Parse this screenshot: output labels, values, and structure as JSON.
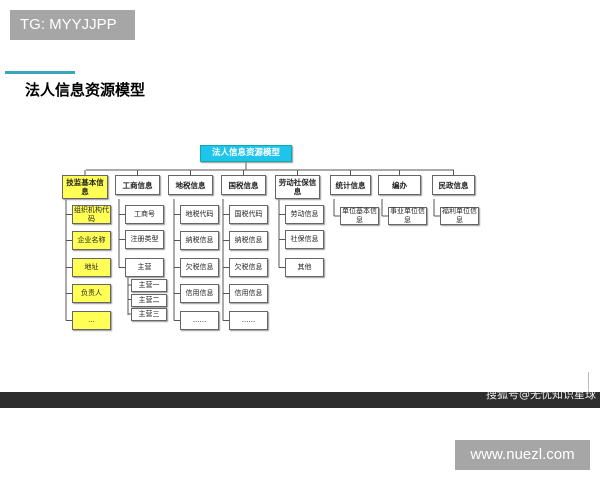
{
  "header": {
    "tag": "TG: MYYJJPP",
    "title": "法人信息资源模型"
  },
  "diagram": {
    "root": "法人信息资源模型",
    "columns": [
      {
        "label": "技监基本信息",
        "highlight": true,
        "children": [
          "组织机构代码",
          "企业名称",
          "地址",
          "负责人",
          "..."
        ]
      },
      {
        "label": "工商信息",
        "children": [
          "工商号",
          "注册类型",
          "主营"
        ],
        "sub": [
          "主营一",
          "主营二",
          "主营三"
        ]
      },
      {
        "label": "地税信息",
        "children": [
          "地税代码",
          "纳税信息",
          "欠税信息",
          "信用信息",
          "......"
        ]
      },
      {
        "label": "国税信息",
        "children": [
          "国税代码",
          "纳税信息",
          "欠税信息",
          "信用信息",
          "......"
        ]
      },
      {
        "label": "劳动社保信息",
        "children": [
          "劳动信息",
          "社保信息",
          "其他"
        ]
      },
      {
        "label": "统计信息",
        "children": [
          "单位基本信息"
        ]
      },
      {
        "label": "编办",
        "children": [
          "事业单位信息"
        ]
      },
      {
        "label": "民政信息",
        "children": [
          "福利单位信息"
        ]
      }
    ]
  },
  "footer": {
    "watermark": "搜狐号@无忧知识星球",
    "site": "www.nuezl.com"
  },
  "colors": {
    "root": "#1fc4ec",
    "highlight": "#ffff55",
    "accent": "#3ba3c0"
  }
}
